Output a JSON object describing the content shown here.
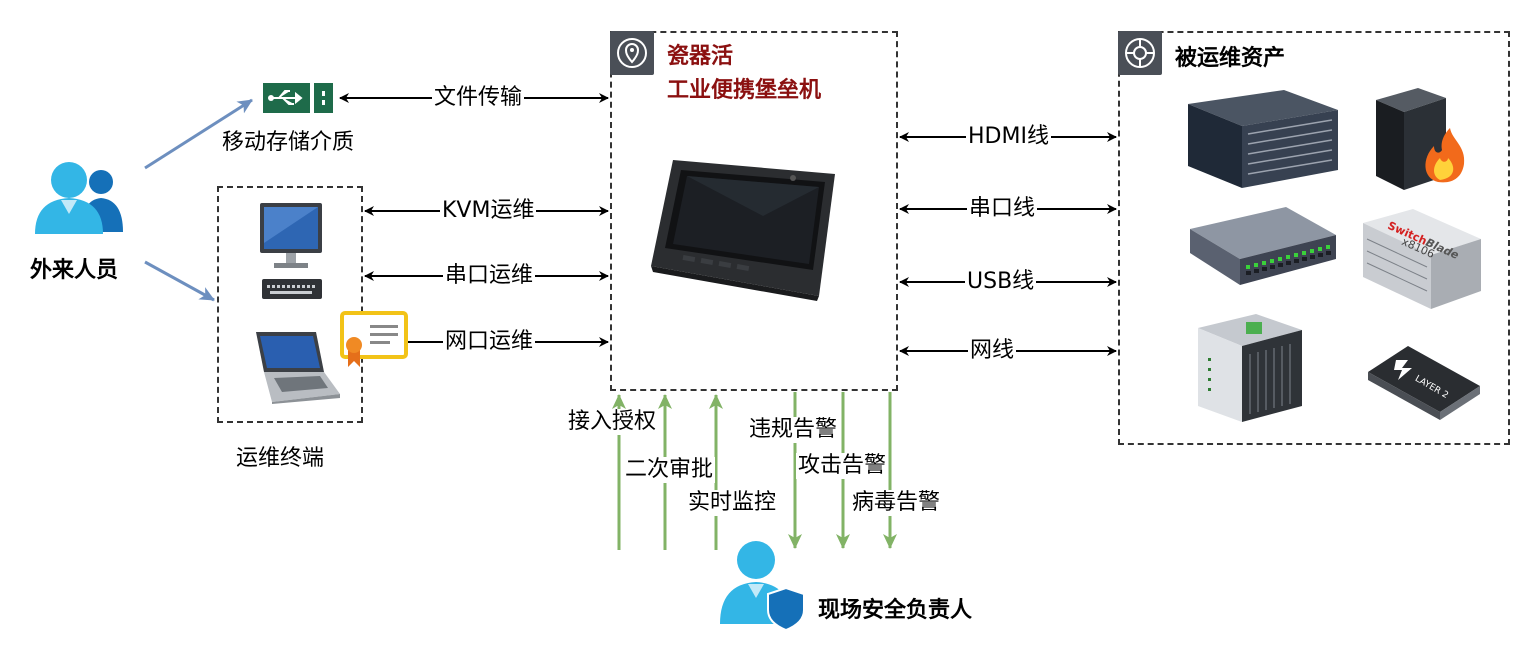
{
  "external_user": {
    "label": "外来人员"
  },
  "storage": {
    "label": "移动存储介质"
  },
  "terminal": {
    "label": "运维终端"
  },
  "bastion": {
    "title_line1": "瓷器活",
    "title_line2": "工业便携堡垒机"
  },
  "assets": {
    "title": "被运维资产"
  },
  "safety_officer": {
    "label": "现场安全负责人"
  },
  "left_links": {
    "file_transfer": "文件传输",
    "kvm": "KVM运维",
    "serial": "串口运维",
    "network": "网口运维"
  },
  "right_links": {
    "hdmi": "HDMI线",
    "serial": "串口线",
    "usb": "USB线",
    "net": "网线"
  },
  "up_links": {
    "access": "接入授权",
    "second_approval": "二次审批",
    "monitor": "实时监控"
  },
  "down_links": {
    "violation": "违规告警",
    "attack": "攻击告警",
    "virus": "病毒告警"
  },
  "switch_device": {
    "brand": "Switch",
    "brand2": "Blade",
    "model": "x8106"
  },
  "layer2_device": {
    "label": "LAYER 2"
  },
  "colors": {
    "title_red": "#8b1010",
    "user_blue": "#1aa6d8",
    "arrow_blue": "#6d8fbf",
    "arrow_green": "#82b366",
    "usb_green": "#1e6b4a"
  }
}
